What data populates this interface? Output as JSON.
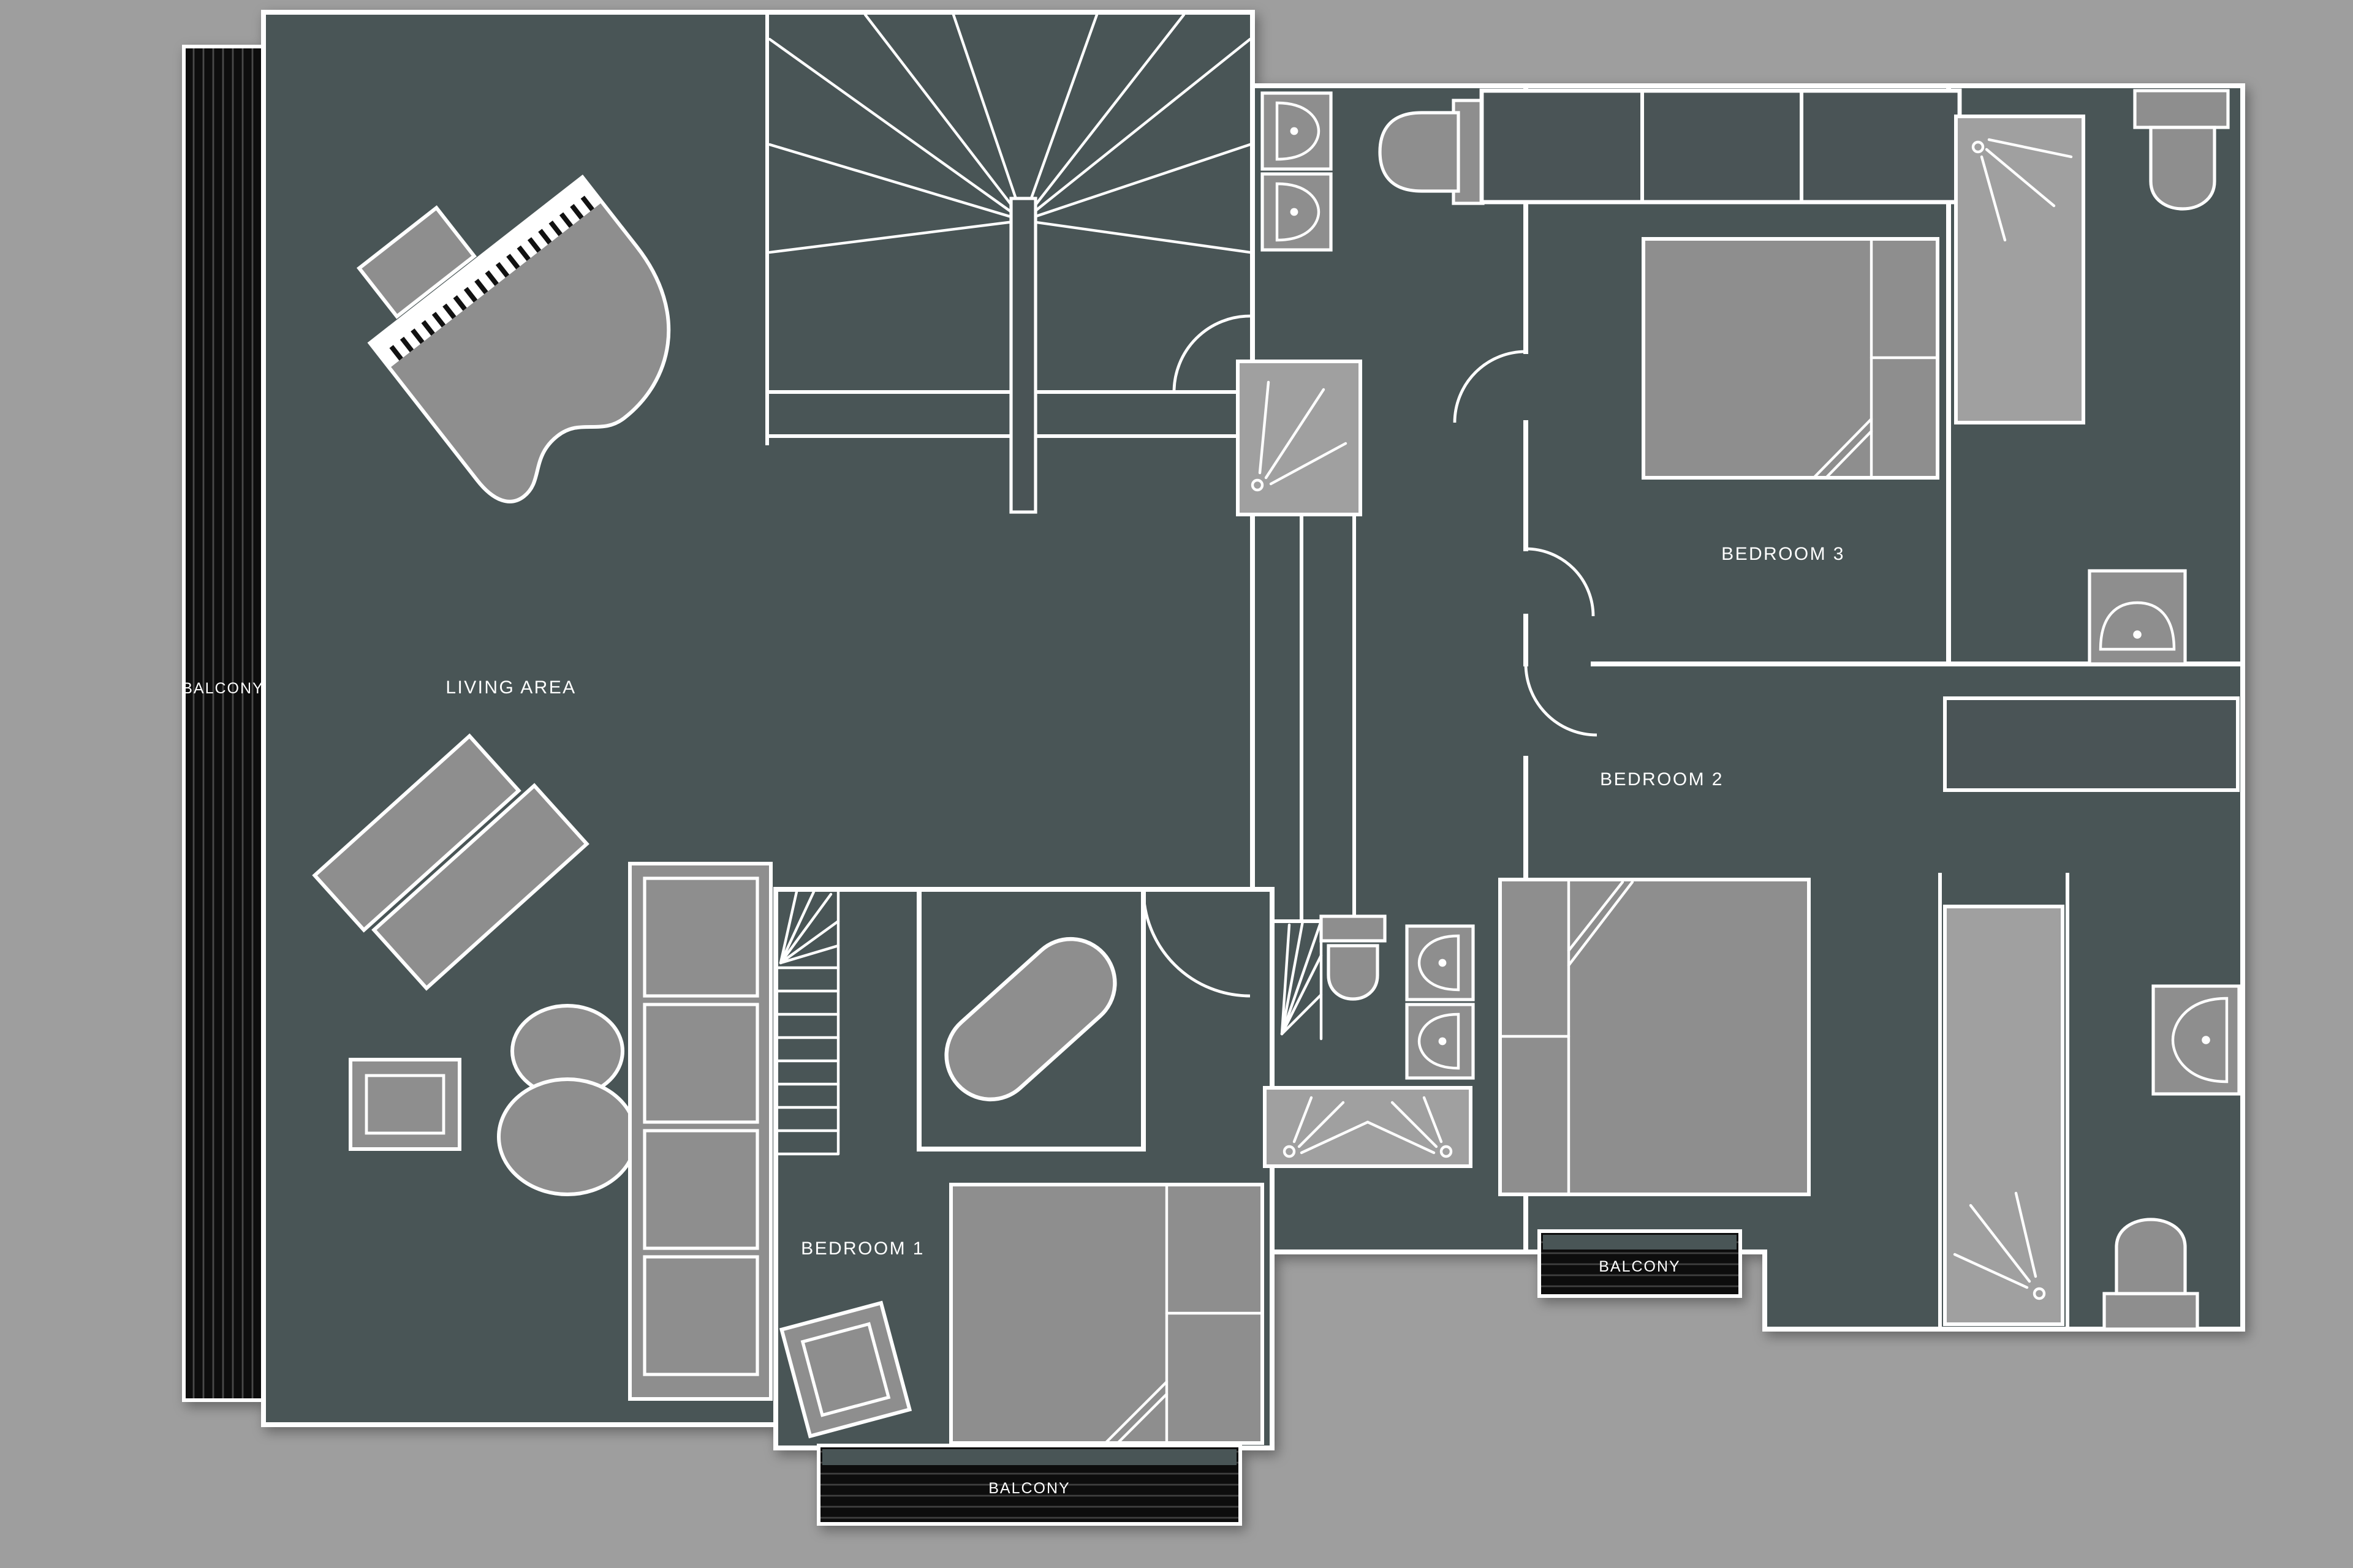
{
  "type": "floor-plan",
  "labels": {
    "living_area": "LIVING AREA",
    "bedroom_1": "BEDROOM 1",
    "bedroom_2": "BEDROOM 2",
    "bedroom_3": "BEDROOM 3",
    "balcony_left": "BALCONY",
    "balcony_bedroom_1": "BALCONY",
    "balcony_bedroom_2": "BALCONY"
  },
  "colors": {
    "background": "#9e9e9e",
    "floor": "#4a5456",
    "furniture": "#8e8e8e",
    "shower_pad": "#a0a0a0",
    "walls": "#ffffff",
    "balcony": "#0b0b0b",
    "label_text": "#ffffff"
  },
  "symbols": [
    "grand-piano",
    "piano-bench",
    "fan-staircase",
    "straight-staircase",
    "staircase-down",
    "sofa",
    "coffee-table",
    "armchairs",
    "wardrobe",
    "closet-row",
    "bathtub",
    "double-bed",
    "bedside-table",
    "sink",
    "toilet",
    "shower",
    "double-shower",
    "door-swing"
  ]
}
